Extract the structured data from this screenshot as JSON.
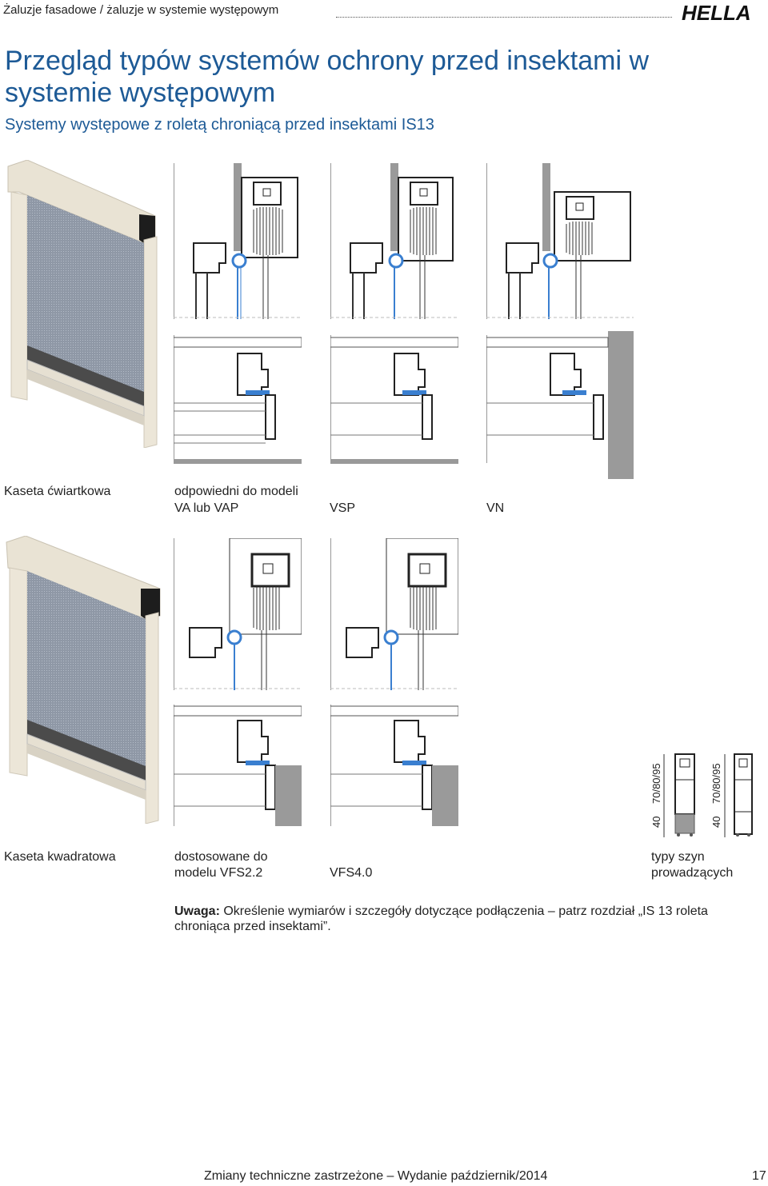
{
  "header": {
    "title": "Żaluzje fasadowe / żaluzje w systemie występowym",
    "logo_text": "HELLA"
  },
  "main": {
    "title": "Przegląd typów systemów ochrony przed insektami w systemie występowym",
    "subtitle": "Systemy występowe z roletą chroniącą przed insektami IS13"
  },
  "row1": {
    "caption_product": "Kaseta ćwiartkowa",
    "caption_a_line1": "odpowiedni do modeli",
    "caption_a_line2": "VA lub VAP",
    "caption_b": "VSP",
    "caption_c": "VN"
  },
  "row2": {
    "caption_product": "Kaseta kwadratowa",
    "caption_a_line1": "dostosowane do",
    "caption_a_line2": "modelu VFS2.2",
    "caption_b": "VFS4.0",
    "caption_rails_line1": "typy szyn",
    "caption_rails_line2": "prowadzących",
    "rail_label_40": "40",
    "rail_label_sizes": "70/80/95"
  },
  "note": {
    "label": "Uwaga:",
    "text": " Określenie wymiarów i szczegóły dotyczące podłączenia – patrz rozdział „IS 13 roleta chroniąca przed insektami”."
  },
  "footer": {
    "text": "Zmiany techniczne zastrzeżone – Wydanie październik/2014",
    "page": "17"
  },
  "colors": {
    "accent": "#1d5a96",
    "frame": "#ece6d8",
    "mesh": "#8c95a3",
    "blue_detail": "#3a7fd0"
  }
}
